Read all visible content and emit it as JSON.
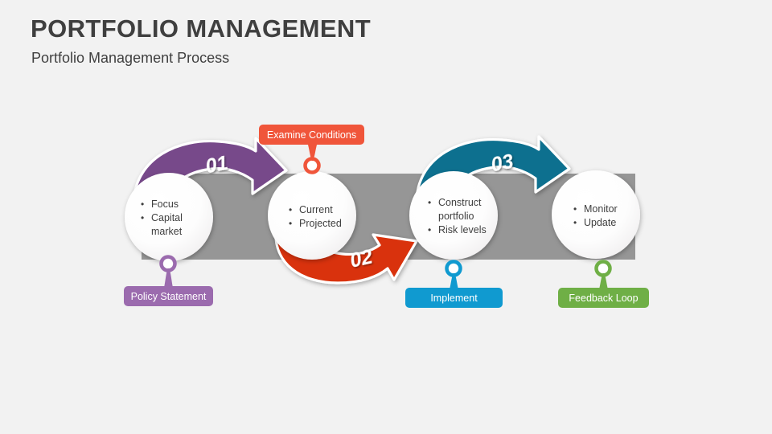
{
  "header": {
    "title": "PORTFOLIO MANAGEMENT",
    "subtitle": "Portfolio Management Process"
  },
  "colors": {
    "background": "#f2f2f2",
    "band": "#969696",
    "purple": "#77488A",
    "red": "#D93208",
    "teal": "#11708F",
    "orange": "#F0553A",
    "blue": "#109AD0",
    "green": "#6FAF46",
    "purple_light": "#9B6BAE",
    "text": "#3f3f3f",
    "circle": "#ffffff"
  },
  "diagram": {
    "steps": [
      {
        "number": "",
        "items": [
          "Focus",
          "Capital",
          "market"
        ],
        "callout": "Policy Statement",
        "callout_color": "#9B6BAE",
        "callout_position": "bottom"
      },
      {
        "number": "01",
        "items": [
          "Current",
          "Projected"
        ],
        "callout": "Examine Conditions",
        "callout_color": "#F0553A",
        "callout_position": "top"
      },
      {
        "number": "02",
        "items": [
          "Construct",
          "portfolio",
          "Risk levels"
        ],
        "callout": "Implement",
        "callout_color": "#109AD0",
        "callout_position": "bottom"
      },
      {
        "number": "03",
        "items": [
          "Monitor",
          "Update"
        ],
        "callout": "Feedback Loop",
        "callout_color": "#6FAF46",
        "callout_position": "bottom"
      }
    ],
    "arrows": [
      {
        "label": "01",
        "color": "#77488A"
      },
      {
        "label": "02",
        "color": "#D93208"
      },
      {
        "label": "03",
        "color": "#11708F"
      }
    ]
  }
}
